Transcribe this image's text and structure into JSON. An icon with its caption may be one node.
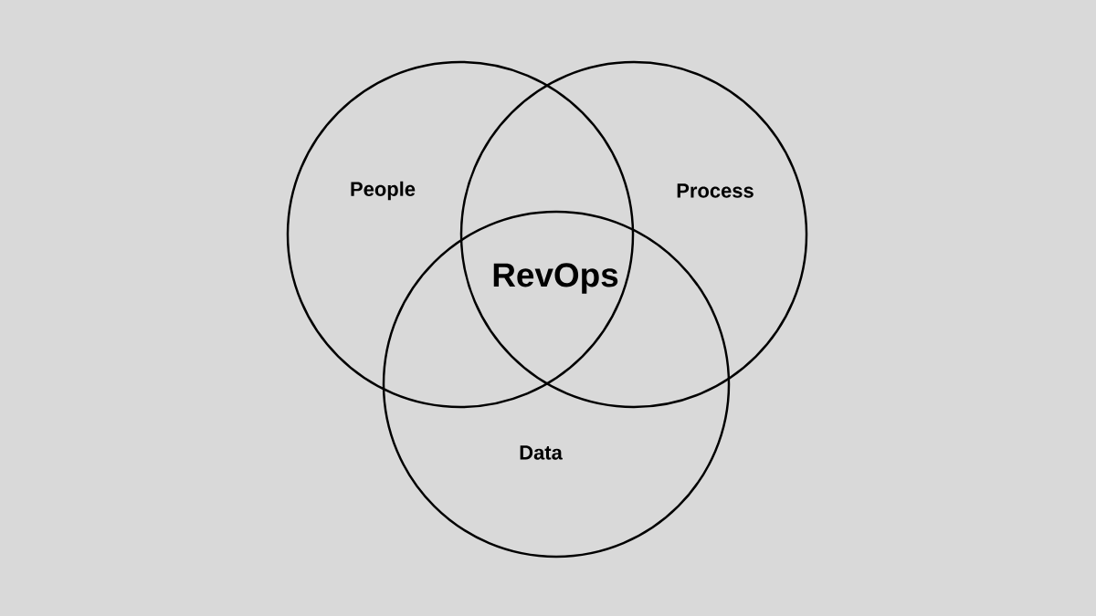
{
  "diagram": {
    "nodes": [
      {
        "text": [
          "People"
        ]
      },
      {
        "text": [
          "Process"
        ]
      },
      {
        "text": [
          "Data"
        ]
      }
    ],
    "labels": [
      "RevOps"
    ]
  }
}
